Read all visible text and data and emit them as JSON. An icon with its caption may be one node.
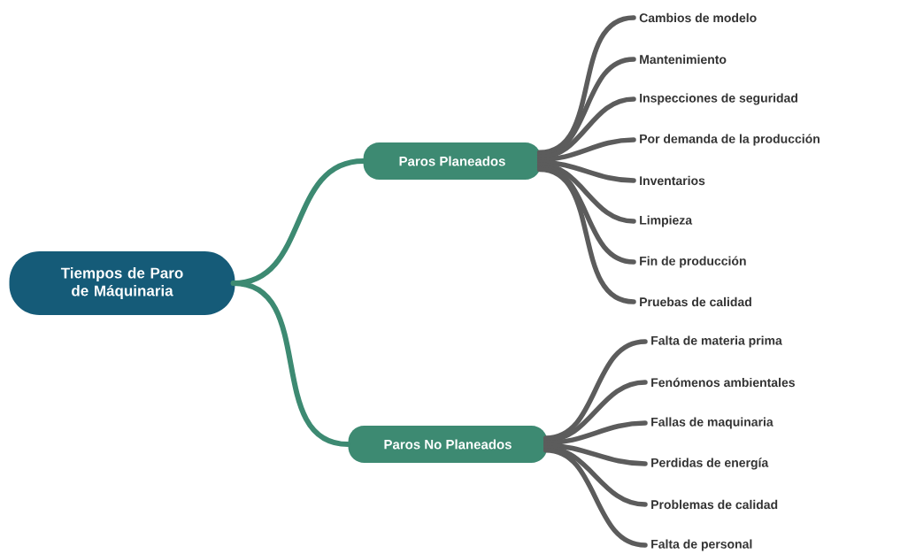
{
  "diagram": {
    "nodes": [
      {
        "text": [
          "Tiempos de Paro de Máquinaria"
        ]
      },
      {
        "text": [
          "Paros Planeados"
        ]
      },
      {
        "text": [
          "Paros No Planeados"
        ]
      },
      {
        "text": [
          "Cambios de modelo"
        ]
      },
      {
        "text": [
          "Mantenimiento"
        ]
      },
      {
        "text": [
          "Inspecciones de seguridad"
        ]
      },
      {
        "text": [
          "Por demanda de la producción"
        ]
      },
      {
        "text": [
          "Inventarios"
        ]
      },
      {
        "text": [
          "Limpieza"
        ]
      },
      {
        "text": [
          "Fin de producción"
        ]
      },
      {
        "text": [
          "Pruebas de calidad"
        ]
      },
      {
        "text": [
          "Falta de materia prima"
        ]
      },
      {
        "text": [
          "Fenómenos ambientales"
        ]
      },
      {
        "text": [
          "Fallas de maquinaria"
        ]
      },
      {
        "text": [
          "Perdidas de energía"
        ]
      },
      {
        "text": [
          "Problemas de calidad"
        ]
      },
      {
        "text": [
          "Falta de personal"
        ]
      }
    ],
    "edges": [
      {
        "from": 0,
        "to": 1,
        "arrow": "none",
        "color": "#3d8a72"
      },
      {
        "from": 0,
        "to": 2,
        "arrow": "none",
        "color": "#3d8a72"
      },
      {
        "from": 1,
        "to": 3,
        "arrow": "none"
      },
      {
        "from": 1,
        "to": 4,
        "arrow": "none"
      },
      {
        "from": 1,
        "to": 5,
        "arrow": "none"
      },
      {
        "from": 1,
        "to": 6,
        "arrow": "none"
      },
      {
        "from": 1,
        "to": 7,
        "arrow": "none"
      },
      {
        "from": 1,
        "to": 8,
        "arrow": "none"
      },
      {
        "from": 1,
        "to": 9,
        "arrow": "none"
      },
      {
        "from": 1,
        "to": 10,
        "arrow": "none"
      },
      {
        "from": 2,
        "to": 11,
        "arrow": "none"
      },
      {
        "from": 2,
        "to": 12,
        "arrow": "none"
      },
      {
        "from": 2,
        "to": 13,
        "arrow": "none"
      },
      {
        "from": 2,
        "to": 14,
        "arrow": "none"
      },
      {
        "from": 2,
        "to": 15,
        "arrow": "none"
      },
      {
        "from": 2,
        "to": 16,
        "arrow": "none"
      }
    ]
  }
}
